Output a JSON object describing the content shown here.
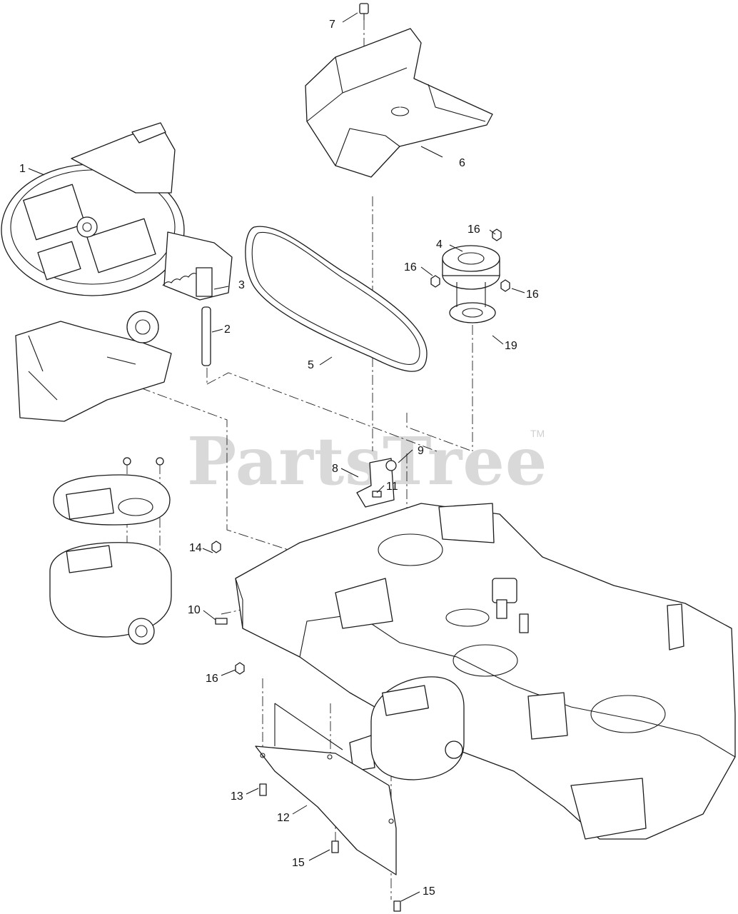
{
  "watermark": {
    "text": "PartsTree",
    "tm": "TM"
  },
  "callouts": {
    "c1": "1",
    "c2": "2",
    "c3": "3",
    "c4": "4",
    "c5": "5",
    "c6": "6",
    "c7": "7",
    "c8": "8",
    "c9": "9",
    "c10": "10",
    "c11": "11",
    "c12": "12",
    "c13": "13",
    "c14": "14",
    "c15a": "15",
    "c15b": "15",
    "c16a": "16",
    "c16b": "16",
    "c16c": "16",
    "c16d": "16",
    "c19": "19"
  }
}
